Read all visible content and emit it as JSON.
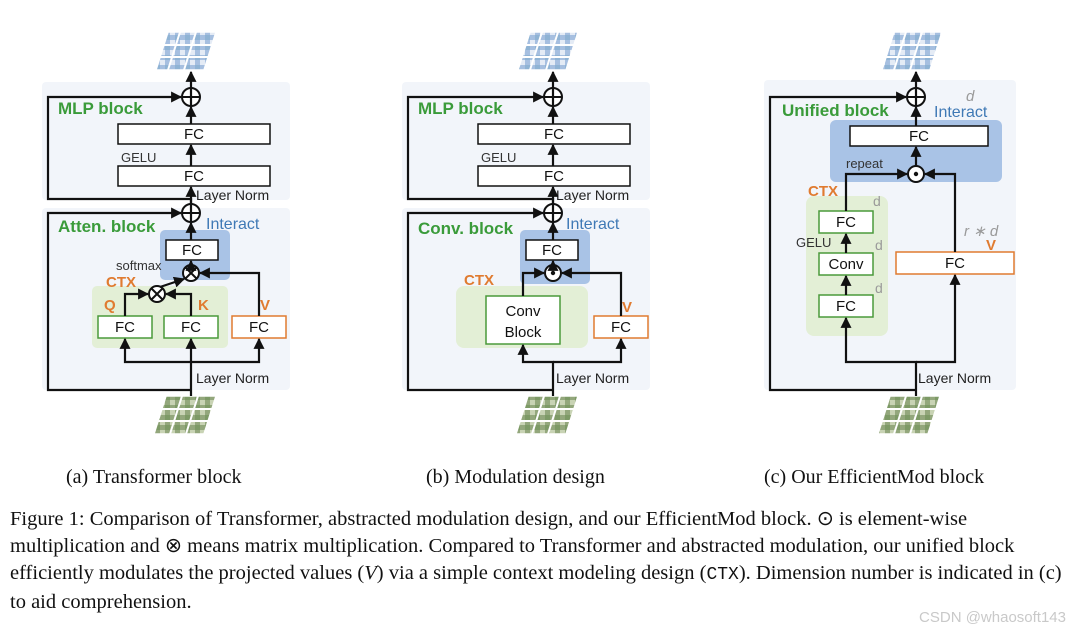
{
  "colors": {
    "green_text": "#3a9b3a",
    "blue_text": "#3f79b5",
    "orange": "#e07b30",
    "gray_text": "#9a9a9a",
    "panel_bg": "#f2f5fa",
    "green_bg": "#e3efd6",
    "blue_bg": "#a9c3e6"
  },
  "panel_a": {
    "mlp_block": "MLP block",
    "fc_top": "FC",
    "gelu": "GELU",
    "fc_mid": "FC",
    "layer_norm_top": "Layer Norm",
    "atten_block": "Atten. block",
    "interact": "Interact",
    "fc_interact": "FC",
    "softmax": "softmax",
    "ctx": "CTX",
    "q": "Q",
    "k": "K",
    "v": "V",
    "fc_q": "FC",
    "fc_k": "FC",
    "fc_v": "FC",
    "layer_norm_bottom": "Layer Norm",
    "caption": "(a) Transformer block"
  },
  "panel_b": {
    "mlp_block": "MLP block",
    "fc_top": "FC",
    "gelu": "GELU",
    "fc_mid": "FC",
    "layer_norm_top": "Layer Norm",
    "conv_block_label": "Conv. block",
    "interact": "Interact",
    "fc_interact": "FC",
    "ctx": "CTX",
    "conv_line1": "Conv",
    "conv_line2": "Block",
    "v": "V",
    "fc_v": "FC",
    "layer_norm_bottom": "Layer Norm",
    "caption": "(b) Modulation design"
  },
  "panel_c": {
    "unified_block": "Unified block",
    "d_top": "d",
    "interact": "Interact",
    "fc_top": "FC",
    "repeat": "repeat",
    "ctx": "CTX",
    "d1": "d",
    "fc1": "FC",
    "gelu": "GELU",
    "d2": "d",
    "conv": "Conv",
    "d3": "d",
    "fc2": "FC",
    "rd": "r ∗ d",
    "v": "V",
    "fc_v": "FC",
    "layer_norm": "Layer Norm",
    "caption": "(c) Our EfficientMod block"
  },
  "figure_caption": {
    "p1": "Figure 1: Comparison of Transformer, abstracted modulation design, and our EfficientMod block. ⊙ is element-wise multiplication and ⊗ means matrix multiplication. Compared to Transformer and abstracted modulation, our unified block efficiently modulates the projected values (",
    "var_v": "V",
    "p2": ") via a simple context modeling design (",
    "ctx_mono": "CTX",
    "p3": "). Dimension number is indicated in (c) to aid comprehension."
  },
  "watermark": "CSDN @whaosoft143"
}
